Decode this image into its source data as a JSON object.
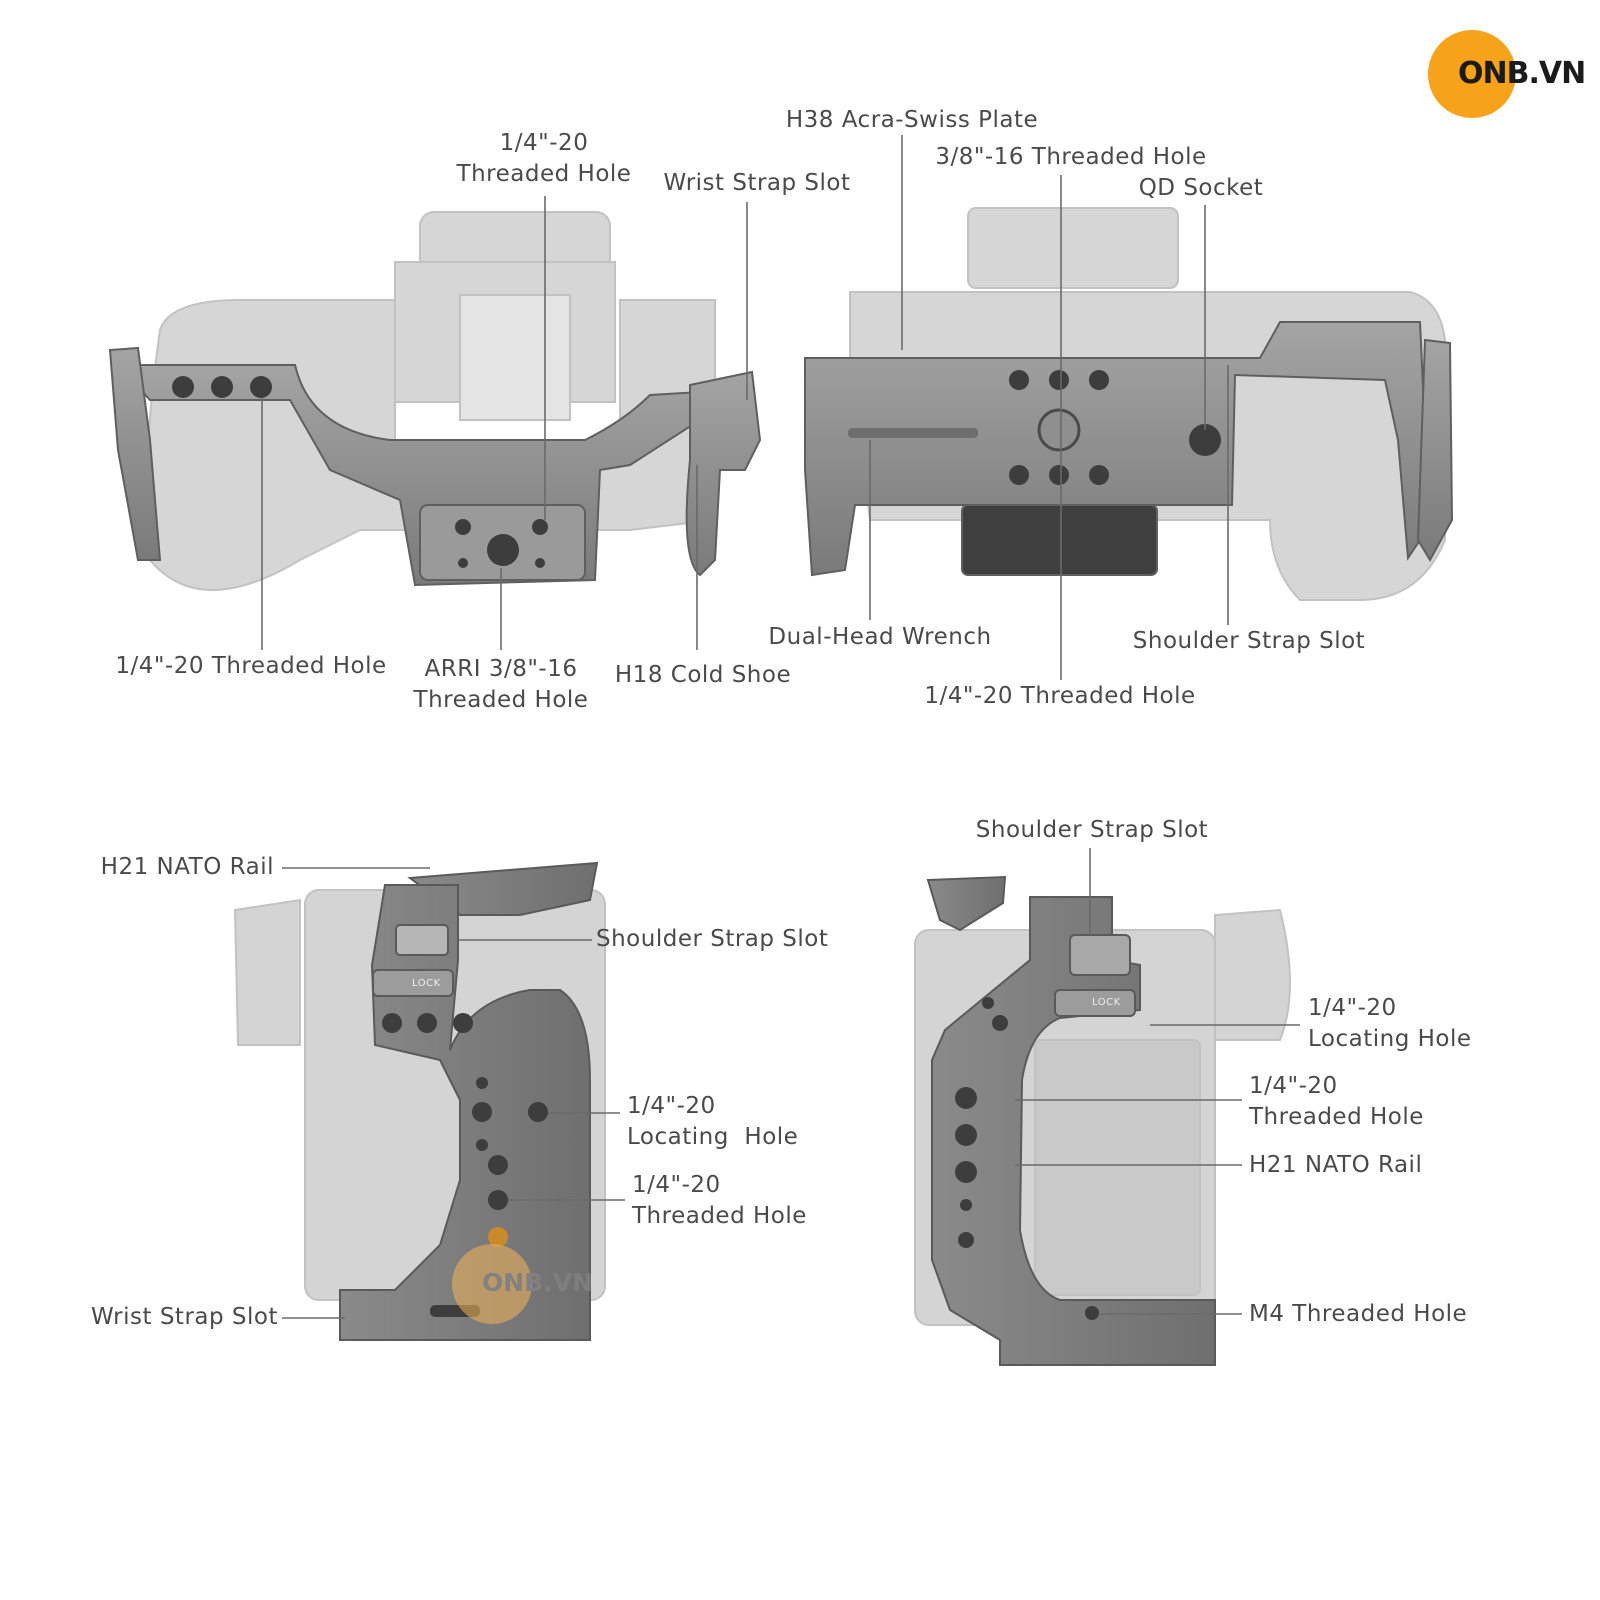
{
  "brand": {
    "logo_text": "ONB.VN"
  },
  "watermark": {
    "text": "ONB.VN"
  },
  "colors": {
    "brand_orange": "#f7a21b",
    "cage_metal": "#8c8c8c",
    "camera_body": "#d4d4d4",
    "leader_line": "#6a6a6a",
    "label_text": "#4a4a4a"
  },
  "views": {
    "top": {
      "labels": {
        "threaded_hole_top": "1/4\"-20\nThreaded Hole",
        "wrist_strap_slot": "Wrist Strap Slot",
        "threaded_hole_left": "1/4\"-20 Threaded Hole",
        "arri_hole": "ARRI 3/8\"-16\nThreaded Hole",
        "cold_shoe": "H18 Cold Shoe"
      }
    },
    "bottom": {
      "labels": {
        "acra_plate": "H38 Acra-Swiss Plate",
        "threaded_hole_38": "3/8\"-16 Threaded Hole",
        "qd_socket": "QD Socket",
        "wrench": "Dual-Head Wrench",
        "shoulder_strap_slot": "Shoulder Strap Slot",
        "threaded_hole_bottom": "1/4\"-20 Threaded Hole"
      }
    },
    "left": {
      "labels": {
        "nato_rail": "H21 NATO Rail",
        "shoulder_strap_slot": "Shoulder Strap Slot",
        "locating_hole": "1/4\"-20\nLocating  Hole",
        "threaded_hole": "1/4\"-20\nThreaded Hole",
        "wrist_strap_slot": "Wrist Strap Slot"
      },
      "lock_text": "LOCK"
    },
    "right": {
      "labels": {
        "shoulder_strap_slot": "Shoulder Strap Slot",
        "locating_hole": "1/4\"-20\nLocating Hole",
        "threaded_hole": "1/4\"-20\nThreaded Hole",
        "nato_rail": "H21 NATO Rail",
        "m4_hole": "M4 Threaded Hole"
      },
      "lock_text": "LOCK"
    }
  }
}
